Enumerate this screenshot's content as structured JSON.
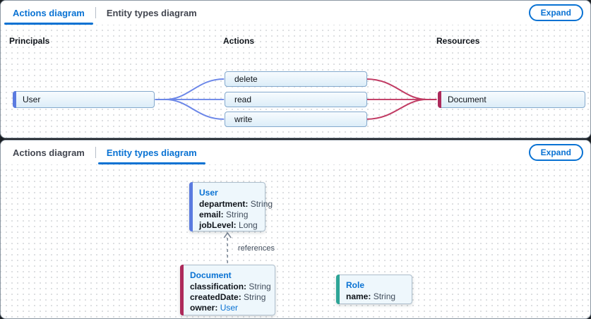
{
  "colors": {
    "tab_active": "#0972d3",
    "edge_blue": "#6c87e8",
    "edge_red": "#c13a63",
    "edge_gray": "#7d8998",
    "node_accent_blue": "#5b7be0",
    "node_accent_red": "#ad2a5b",
    "node_accent_teal": "#2ea597"
  },
  "top_panel": {
    "tabs": [
      {
        "label": "Actions diagram"
      },
      {
        "label": "Entity types diagram"
      }
    ],
    "active_tab": "Actions diagram",
    "expand_label": "Expand",
    "columns": [
      "Principals",
      "Actions",
      "Resources"
    ],
    "principal_label": "User",
    "action_labels": [
      "delete",
      "read",
      "write"
    ],
    "resource_label": "Document"
  },
  "bottom_panel": {
    "tabs": [
      {
        "label": "Actions diagram"
      },
      {
        "label": "Entity types diagram"
      }
    ],
    "active_tab": "Entity types diagram",
    "expand_label": "Expand",
    "edge_label": "references",
    "entities": [
      {
        "title": "User",
        "attrs": [
          {
            "name": "department:",
            "type": "String"
          },
          {
            "name": "email:",
            "type": "String"
          },
          {
            "name": "jobLevel:",
            "type": "Long"
          }
        ]
      },
      {
        "title": "Document",
        "attrs": [
          {
            "name": "classification:",
            "type": "String"
          },
          {
            "name": "createdDate:",
            "type": "String"
          },
          {
            "name": "owner:",
            "type": "User"
          }
        ]
      },
      {
        "title": "Role",
        "attrs": [
          {
            "name": "name:",
            "type": "String"
          }
        ]
      }
    ]
  }
}
